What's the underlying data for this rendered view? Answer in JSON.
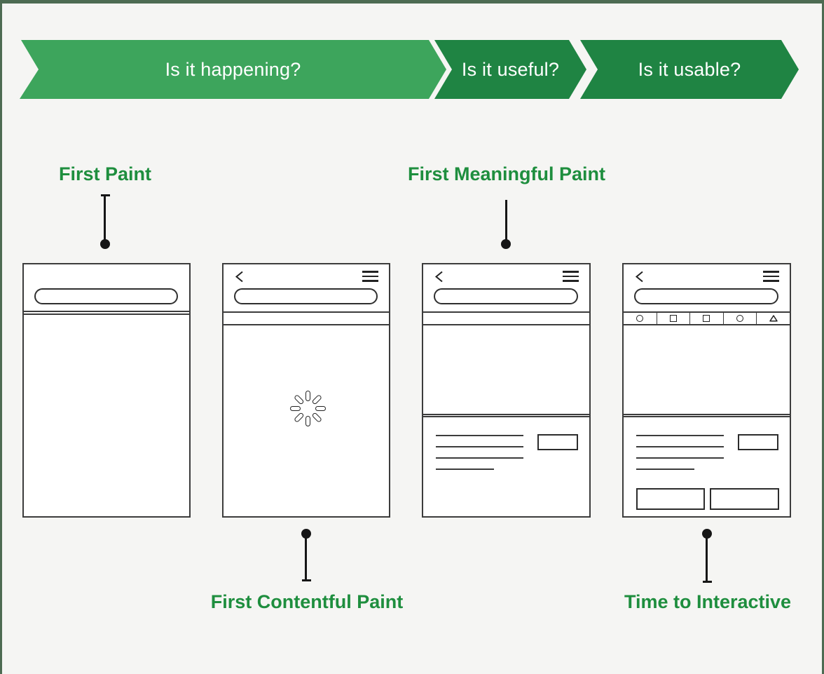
{
  "frame": {
    "background": "#f5f5f3",
    "border_color": "#4d6b52"
  },
  "funnel": {
    "text_color": "#ffffff",
    "stages": [
      {
        "label": "Is it happening?",
        "color": "#3da55c"
      },
      {
        "label": "Is it useful?",
        "color": "#1f8443"
      },
      {
        "label": "Is it usable?",
        "color": "#1f8443"
      }
    ]
  },
  "metrics": {
    "label_color": "#1e8e3e",
    "first_paint": {
      "label": "First Paint"
    },
    "first_contentful_paint": {
      "label": "First Contentful Paint"
    },
    "first_meaningful_paint": {
      "label": "First Meaningful Paint"
    },
    "time_to_interactive": {
      "label": "Time to Interactive"
    }
  },
  "phones": [
    {
      "name": "first-paint-screen",
      "parts": [
        "search-pill",
        "empty-body"
      ]
    },
    {
      "name": "first-contentful-paint-screen",
      "parts": [
        "back-icon",
        "menu-icon",
        "search-pill",
        "loading-spinner"
      ]
    },
    {
      "name": "first-meaningful-paint-screen",
      "parts": [
        "back-icon",
        "menu-icon",
        "search-pill",
        "hero-block",
        "text-lines",
        "action-button"
      ]
    },
    {
      "name": "time-to-interactive-screen",
      "parts": [
        "back-icon",
        "menu-icon",
        "search-pill",
        "tab-bar",
        "hero-block",
        "text-lines",
        "action-button",
        "bottom-buttons"
      ],
      "tab_icons": [
        "circle",
        "square",
        "square",
        "circle",
        "triangle"
      ]
    }
  ]
}
